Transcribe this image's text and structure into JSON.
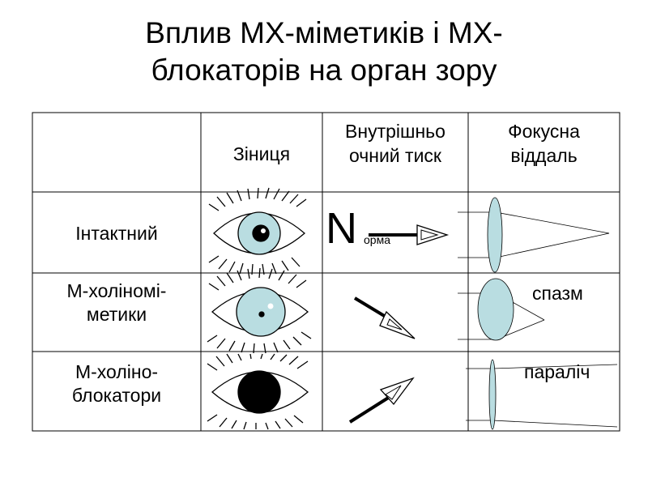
{
  "title": {
    "line1": "Вплив МХ-міметиків і МХ-",
    "line2": "блокаторів на орган зору"
  },
  "table": {
    "headers": {
      "col1": "",
      "col2": "Зіниця",
      "col3_line1": "Внутрішньо",
      "col3_line2": "очний тиск",
      "col4_line1": "Фокусна",
      "col4_line2": "віддаль"
    },
    "rows": [
      {
        "label_line1": "Інтактний",
        "label_line2": "",
        "pupil": "normal",
        "pressure": "normal",
        "focus_note": ""
      },
      {
        "label_line1": "М-холіномі-",
        "label_line2": "метики",
        "pupil": "constricted",
        "pressure": "decreased",
        "focus_note": "спазм"
      },
      {
        "label_line1": "М-холіно-",
        "label_line2": "блокатори",
        "pupil": "dilated",
        "pressure": "increased",
        "focus_note": "параліч"
      }
    ],
    "norma_big": "N",
    "norma_small": "орма"
  },
  "colors": {
    "iris": "#b9dde1",
    "lens": "#b9dde1",
    "line": "#000000"
  }
}
